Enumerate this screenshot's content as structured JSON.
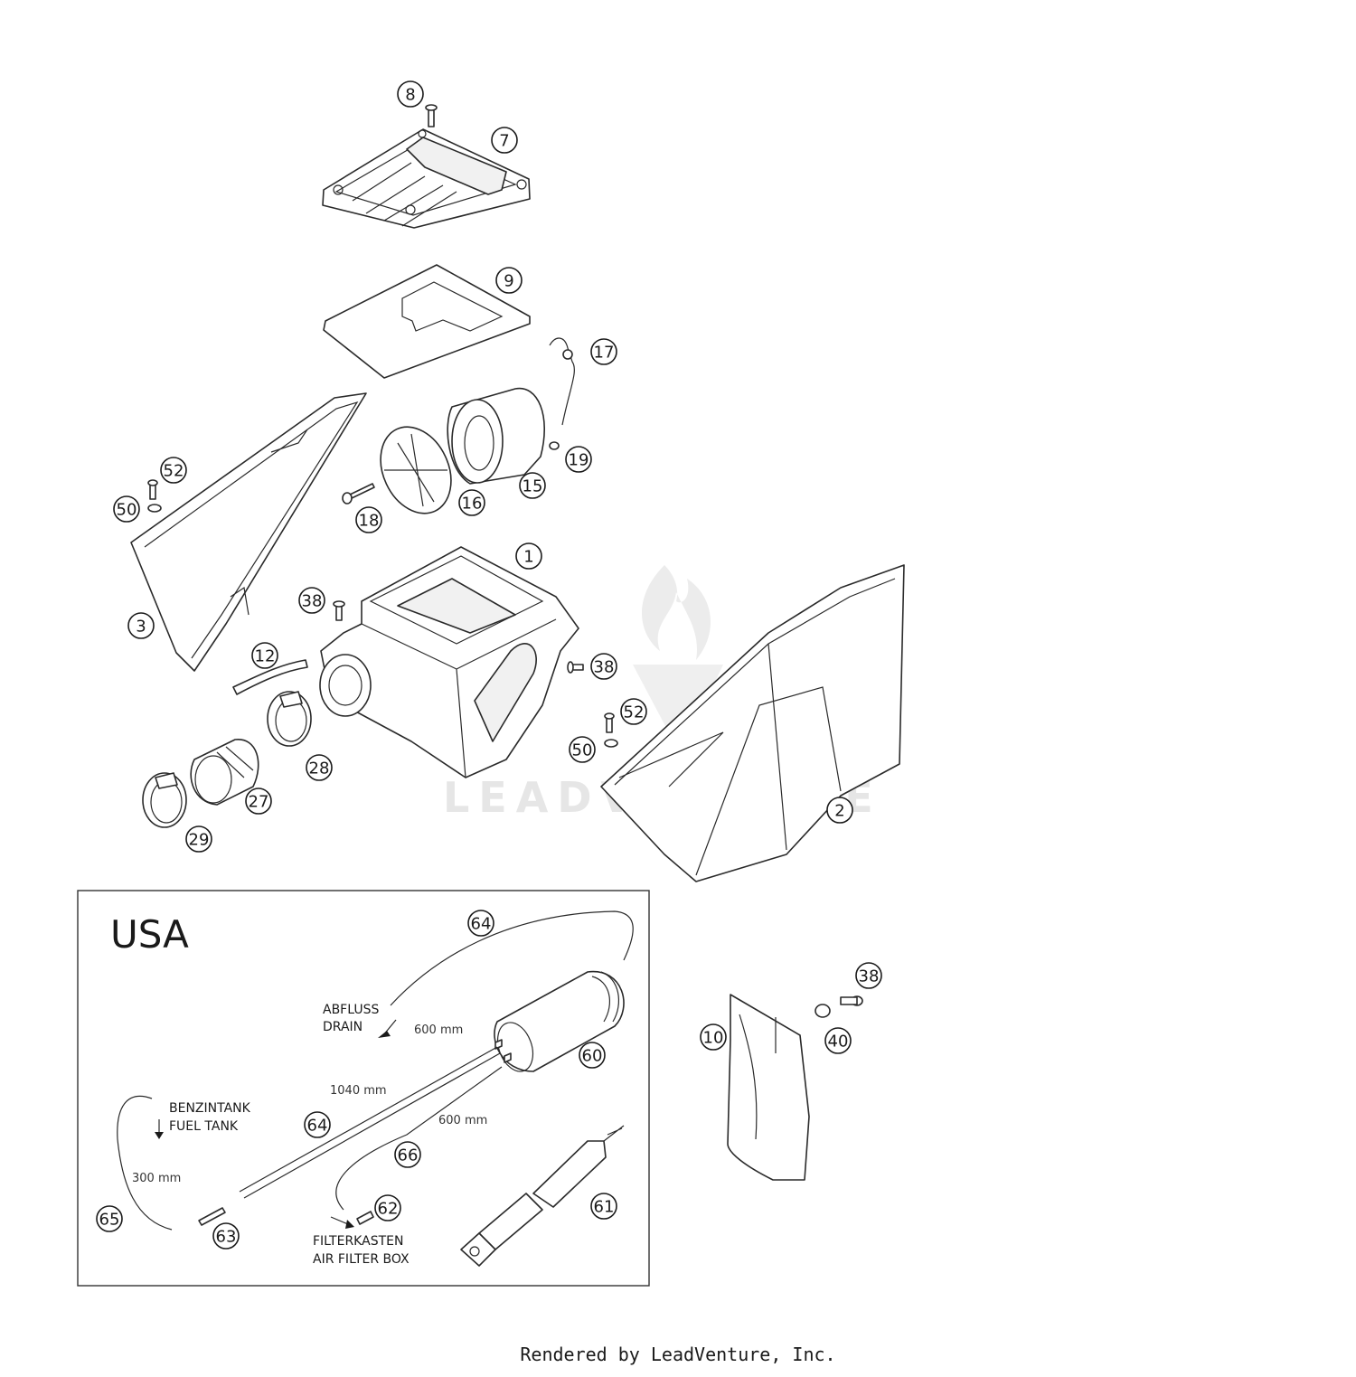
{
  "callouts": [
    {
      "n": "8"
    },
    {
      "n": "7"
    },
    {
      "n": "9"
    },
    {
      "n": "17"
    },
    {
      "n": "19"
    },
    {
      "n": "15"
    },
    {
      "n": "16"
    },
    {
      "n": "18"
    },
    {
      "n": "52"
    },
    {
      "n": "50"
    },
    {
      "n": "1"
    },
    {
      "n": "38"
    },
    {
      "n": "3"
    },
    {
      "n": "12"
    },
    {
      "n": "38"
    },
    {
      "n": "52"
    },
    {
      "n": "50"
    },
    {
      "n": "28"
    },
    {
      "n": "27"
    },
    {
      "n": "29"
    },
    {
      "n": "2"
    },
    {
      "n": "64"
    },
    {
      "n": "60"
    },
    {
      "n": "64"
    },
    {
      "n": "66"
    },
    {
      "n": "65"
    },
    {
      "n": "63"
    },
    {
      "n": "62"
    },
    {
      "n": "61"
    },
    {
      "n": "38"
    },
    {
      "n": "10"
    },
    {
      "n": "40"
    }
  ],
  "inset": {
    "title": "USA",
    "drain_de": "ABFLUSS",
    "drain_en": "DRAIN",
    "tank_de": "BENZINTANK",
    "tank_en": "FUEL TANK",
    "box_de": "FILTERKASTEN",
    "box_en": "AIR FILTER BOX",
    "len_600_top": "600 mm",
    "len_1040": "1040 mm",
    "len_600_mid": "600 mm",
    "len_300": "300 mm"
  },
  "watermark": "LEADVENTURE",
  "footer": "Rendered by LeadVenture, Inc."
}
